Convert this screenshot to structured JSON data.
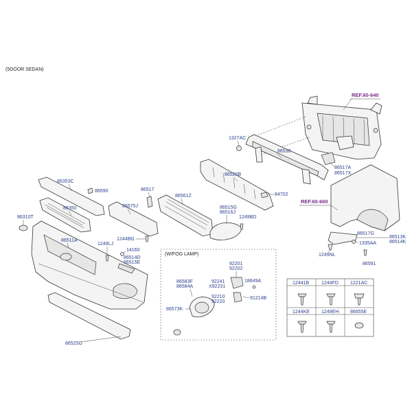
{
  "header": {
    "variant": "(5DOOR SEDAN)"
  },
  "refs": {
    "ref_upper": "REF.60-640",
    "ref_fender": "REF.60-660"
  },
  "fog_box": {
    "title": "(W/FOG LAMP)"
  },
  "labels": {
    "p86310T": "86310T",
    "p86353C": "86353C",
    "p86590": "86590",
    "p86350": "86350",
    "p86511A": "86511A",
    "p86525G": "86525G",
    "p86517": "86517",
    "p86575J": "86575J",
    "p86561Z": "86561Z",
    "p1249LJ": "1249LJ",
    "p14160": "14160",
    "p86514D": "86514D",
    "p86515E": "86515E",
    "p1244BG": "1244BG",
    "p86520B": "86520B",
    "p86530": "86530",
    "p1327AC": "1327AC",
    "p86515G": "86515G",
    "p86516J": "86516J",
    "p1249BD": "1249BD",
    "p84702": "84702",
    "p86517A": "86517A",
    "p86517X": "86517X",
    "p86517G": "86517G",
    "p86513K": "86513K",
    "p86514K": "86514K",
    "p1335AA": "1335AA",
    "p1249NL": "1249NL",
    "p86591": "86591",
    "p86583F": "86583F",
    "p86584A": "86584A",
    "p86573K": "86573K",
    "p92201": "92201",
    "p92202": "92202",
    "p92241": "92241",
    "pX92231": "X92231",
    "p18649A": "18649A",
    "p92210": "92210",
    "p92220": "92220",
    "p91214B": "91214B"
  },
  "fastener_table": {
    "row1": [
      "12441B",
      "1244FD",
      "1221AC"
    ],
    "row2": [
      "1244KE",
      "1249EH",
      "86655E"
    ]
  }
}
